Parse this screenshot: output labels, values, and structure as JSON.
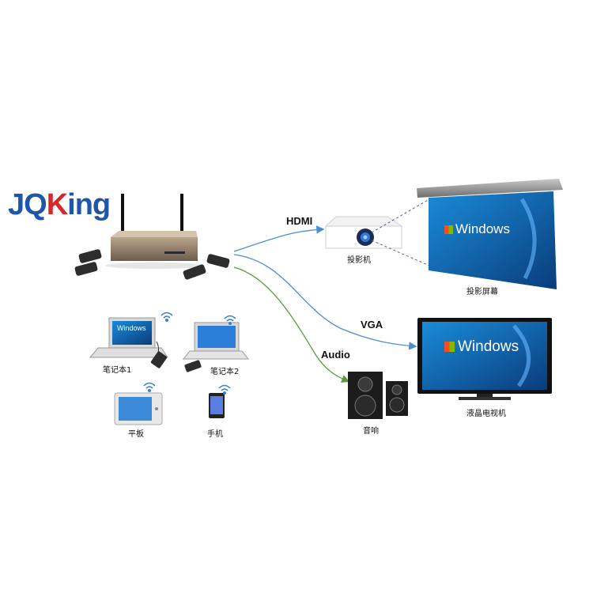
{
  "brand": {
    "part1": "JQ",
    "part2": "K",
    "part3": "ing"
  },
  "connections": {
    "hdmi": "HDMI",
    "vga": "VGA",
    "audio": "Audio"
  },
  "devices": {
    "projector": "投影机",
    "projection_screen": "投影屏幕",
    "lcd_tv": "液晶电视机",
    "speakers": "音响",
    "laptop1": "笔记本1",
    "laptop2": "笔记本2",
    "tablet": "平板",
    "phone": "手机"
  },
  "screen_text": {
    "projection_screen": "Windows",
    "tv": "Windows",
    "laptop1": "Windows"
  },
  "colors": {
    "brand_blue": "#1f56a8",
    "brand_red": "#d9262b",
    "line_blue": "#4a8fd0",
    "line_green": "#5a9a3a"
  }
}
